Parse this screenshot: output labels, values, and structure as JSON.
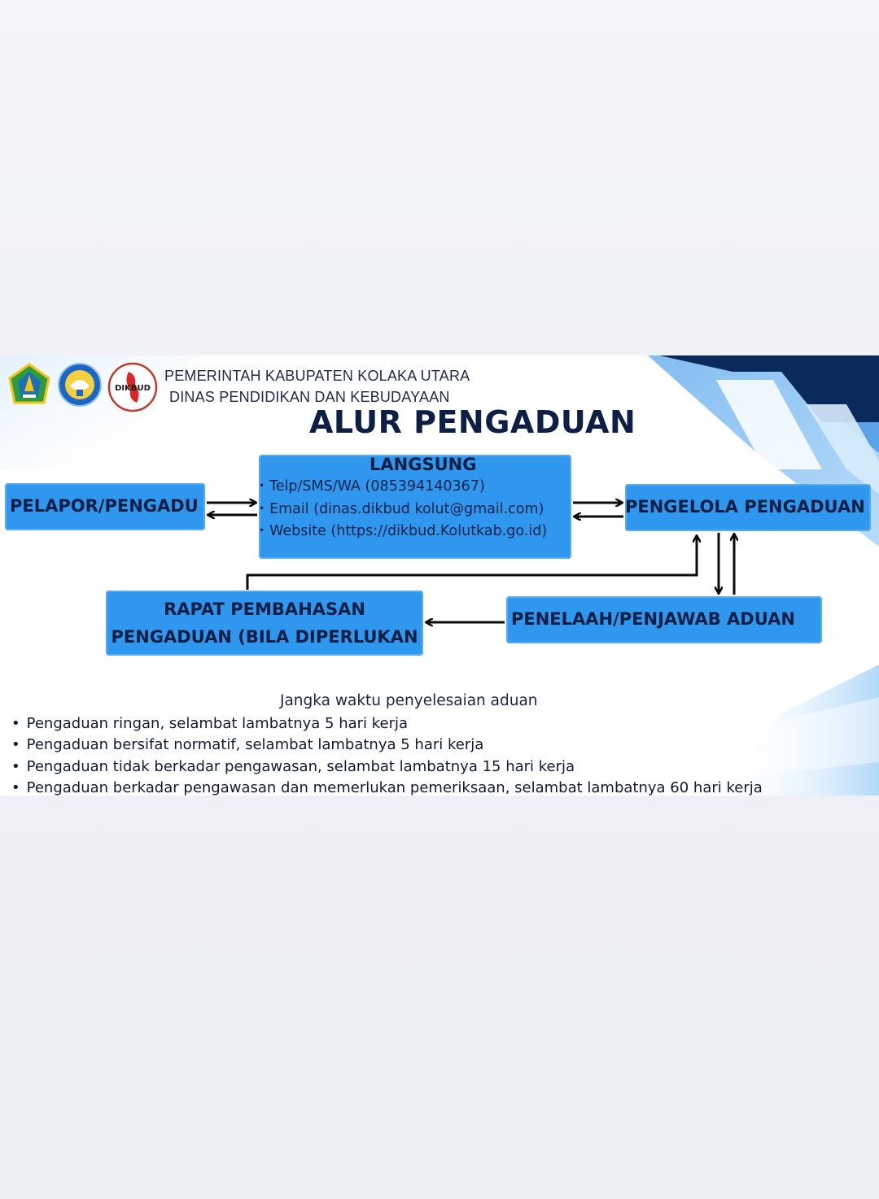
{
  "header": {
    "line1": "PEMERINTAH KABUPATEN KOLAKA UTARA",
    "line2": "DINAS PENDIDIKAN DAN KEBUDAYAAN",
    "title": "ALUR PENGADUAN",
    "logos": [
      "kolaka-utara-emblem",
      "tut-wuri-handayani-emblem",
      "dikbud-logo"
    ],
    "dikbud_logo_text": "DIKBUD"
  },
  "flow": {
    "pelapor": "PELAPOR/PENGADU",
    "langsung": {
      "label": "LANGSUNG",
      "items": [
        "Telp/SMS/WA (085394140367)",
        "Email (dinas.dikbud kolut@gmail.com)",
        "Website (https://dikbud.Kolutkab.go.id)"
      ]
    },
    "pengelola": "PENGELOLA PENGADUAN",
    "rapat_line1": "RAPAT PEMBAHASAN",
    "rapat_line2": "PENGADUAN (BILA DIPERLUKAN",
    "penelaah": "PENELAAH/PENJAWAB ADUAN"
  },
  "deadline": {
    "heading": "Jangka waktu penyelesaian aduan",
    "items": [
      "Pengaduan ringan, selambat lambatnya 5 hari kerja",
      "Pengaduan bersifat normatif, selambat lambatnya 5 hari kerja",
      "Pengaduan tidak berkadar pengawasan, selambat lambatnya 15 hari kerja",
      "Pengaduan berkadar pengawasan dan memerlukan pemeriksaan, selambat lambatnya 60 hari kerja"
    ]
  },
  "colors": {
    "box": "#2f97ee",
    "navy": "#0d1f45",
    "accent_light": "#8cc8f6"
  }
}
